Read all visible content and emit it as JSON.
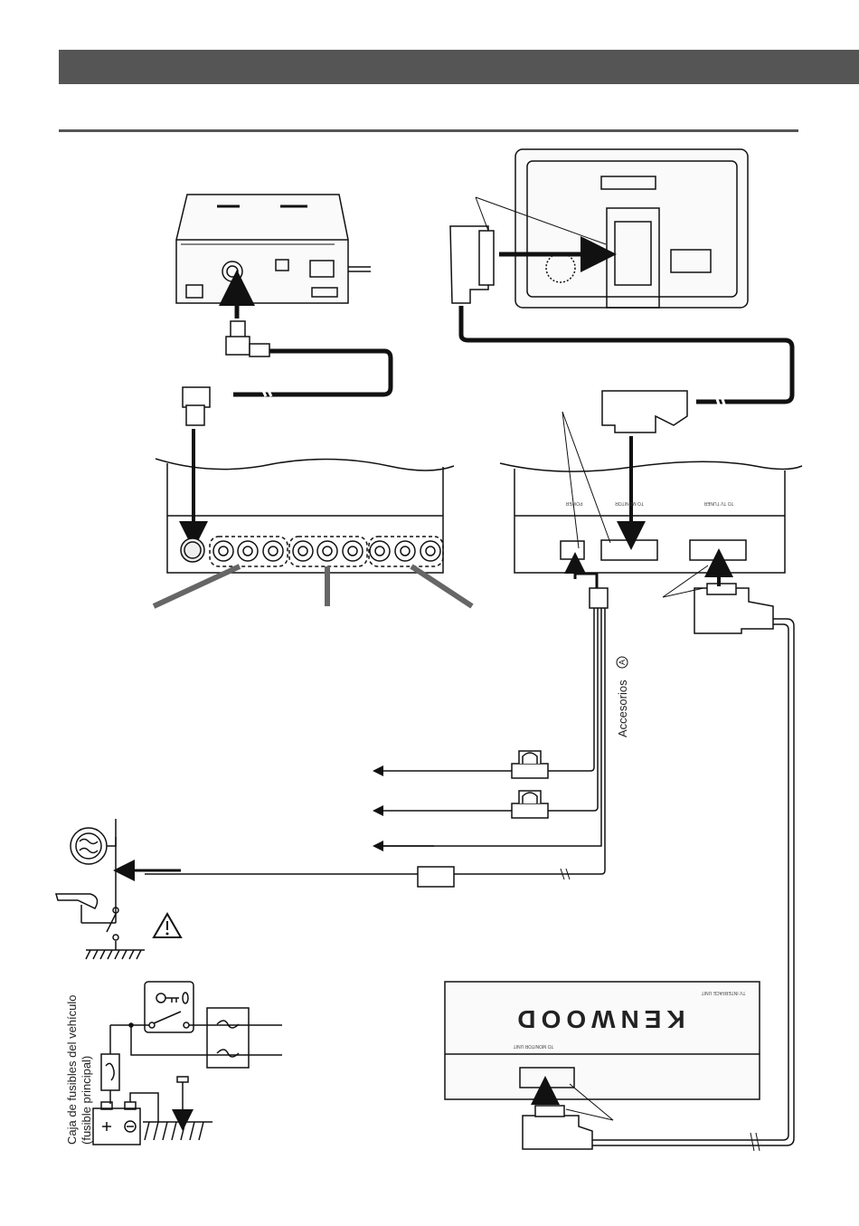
{
  "header": {
    "bar_color": "#555555"
  },
  "labels": {
    "accessory": "Accesorios",
    "accessory_mark": "A",
    "fuse_box_line1": "Caja de fusibles del vehículo",
    "fuse_box_line2": "(fusible principal)",
    "brand": "KENWOOD"
  },
  "port_labels": {
    "power": "POWER",
    "to_monitor": "TO MONITOR",
    "to_tv_tuner": "TO TV TUNER",
    "tv_to_monitor_unit": "TO MONITOR UNIT",
    "tv_interface_unit": "TV INTERFACE UNIT"
  },
  "colors": {
    "line": "#111111",
    "gray_cable": "#666666"
  }
}
